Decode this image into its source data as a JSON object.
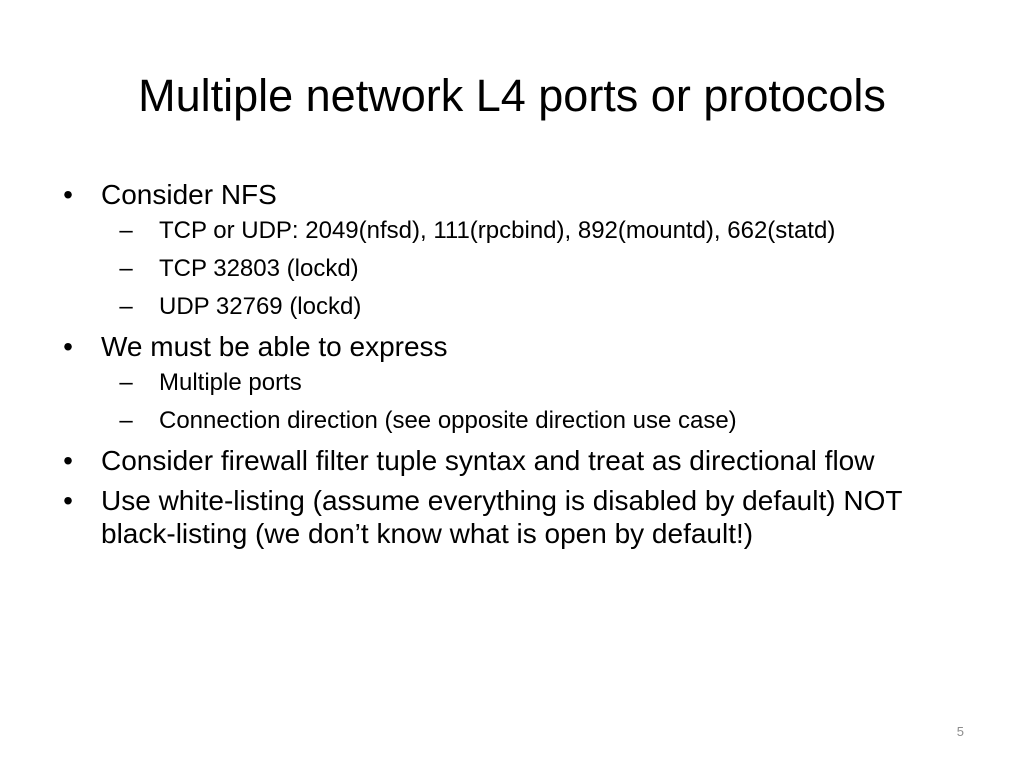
{
  "slide": {
    "title": "Multiple network L4 ports or protocols",
    "bullet_marker": "•",
    "sub_marker": "–",
    "bullets": [
      {
        "text": "Consider NFS",
        "sub": [
          "TCP or UDP: 2049(nfsd), 111(rpcbind), 892(mountd), 662(statd)",
          "TCP 32803 (lockd)",
          "UDP 32769 (lockd)"
        ]
      },
      {
        "text": "We must be able to express",
        "sub": [
          "Multiple ports",
          "Connection direction (see opposite direction use case)"
        ]
      },
      {
        "text": "Consider firewall filter tuple syntax and treat as directional flow",
        "sub": []
      },
      {
        "text": "Use white-listing (assume everything is disabled by default) NOT black-listing (we don’t know what is open by default!)",
        "sub": []
      }
    ],
    "page_number": "5",
    "text_color": "#000000",
    "page_number_color": "#8c8c8c",
    "background": "#ffffff"
  }
}
